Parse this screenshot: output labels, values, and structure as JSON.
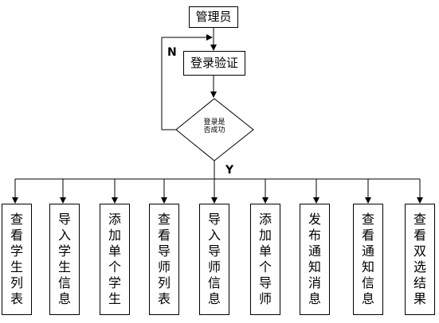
{
  "nodes": {
    "admin": "管理员",
    "login": "登录验证",
    "decision": [
      "登录是",
      "否成功"
    ]
  },
  "labels": {
    "no": "N",
    "yes": "Y"
  },
  "functions": [
    "查看学生列表",
    "导入学生信息",
    "添加单个学生",
    "查看导师列表",
    "导入导师信息",
    "添加单个导师",
    "发布通知消息",
    "查看通知信息",
    "查看双选结果"
  ]
}
